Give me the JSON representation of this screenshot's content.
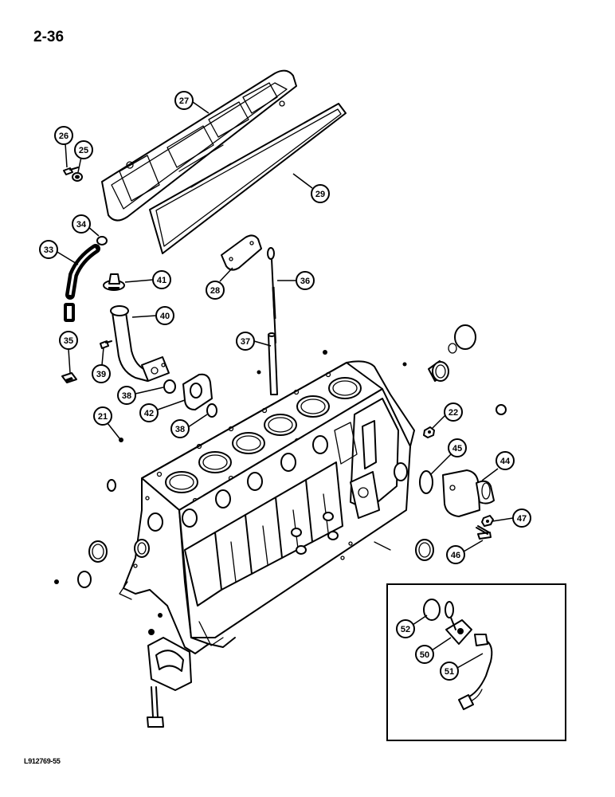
{
  "page_number": "2-36",
  "figure_code": "L912769-55",
  "callouts": [
    {
      "id": "c27",
      "label": "27"
    },
    {
      "id": "c26",
      "label": "26"
    },
    {
      "id": "c25",
      "label": "25"
    },
    {
      "id": "c29",
      "label": "29"
    },
    {
      "id": "c34",
      "label": "34"
    },
    {
      "id": "c33",
      "label": "33"
    },
    {
      "id": "c41",
      "label": "41"
    },
    {
      "id": "c28",
      "label": "28"
    },
    {
      "id": "c36",
      "label": "36"
    },
    {
      "id": "c40",
      "label": "40"
    },
    {
      "id": "c35",
      "label": "35"
    },
    {
      "id": "c37",
      "label": "37"
    },
    {
      "id": "c39",
      "label": "39"
    },
    {
      "id": "c38a",
      "label": "38"
    },
    {
      "id": "c42",
      "label": "42"
    },
    {
      "id": "c38b",
      "label": "38"
    },
    {
      "id": "c21",
      "label": "21"
    },
    {
      "id": "c22",
      "label": "22"
    },
    {
      "id": "c45",
      "label": "45"
    },
    {
      "id": "c44",
      "label": "44"
    },
    {
      "id": "c47",
      "label": "47"
    },
    {
      "id": "c46",
      "label": "46"
    },
    {
      "id": "c52",
      "label": "52"
    },
    {
      "id": "c50",
      "label": "50"
    },
    {
      "id": "c51",
      "label": "51"
    }
  ]
}
